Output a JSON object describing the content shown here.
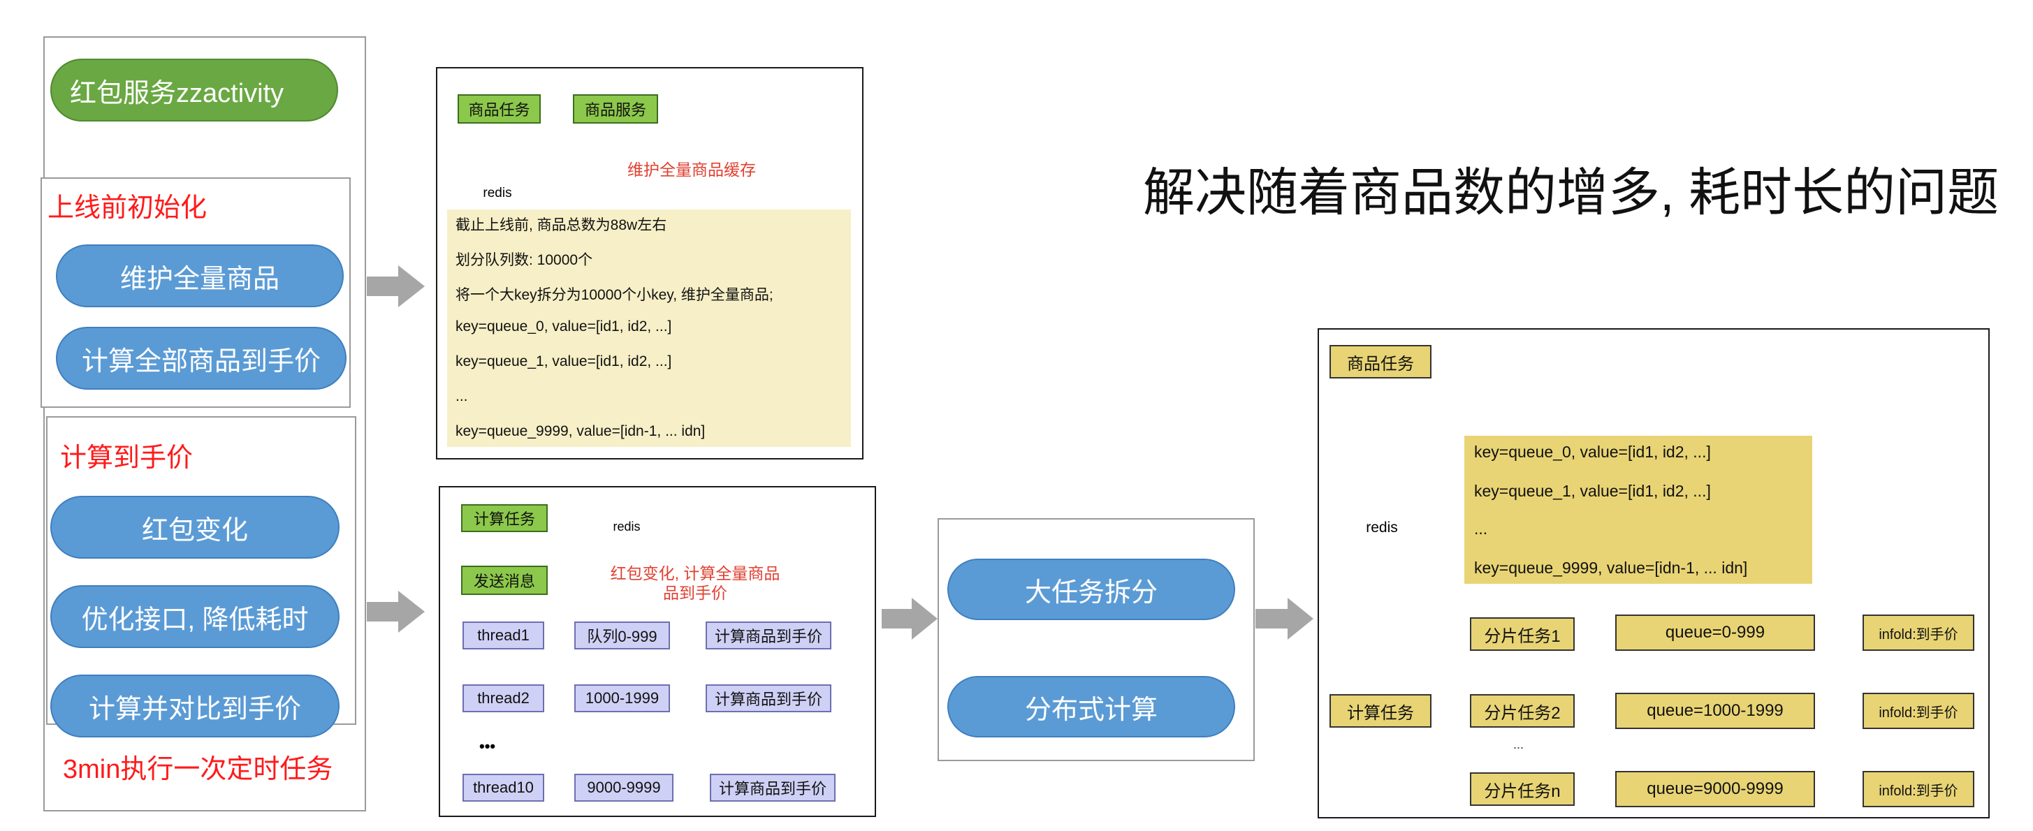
{
  "headline": "解决随着商品数的增多, 耗时长的问题",
  "left": {
    "service_label": "红包服务zzactivity",
    "init_section": {
      "title": "上线前初始化",
      "items": [
        "维护全量商品",
        "计算全部商品到手价"
      ]
    },
    "calc_section": {
      "title": "计算到手价",
      "items": [
        "红包变化",
        "优化接口, 降低耗时",
        "计算并对比到手价"
      ],
      "footer": "3min执行一次定时任务"
    }
  },
  "panel1": {
    "product_task": "商品任务",
    "product_service": "商品服务",
    "redis": "redis",
    "caption": "维护全量商品缓存",
    "notes": [
      "截止上线前, 商品总数为88w左右",
      "划分队列数: 10000个",
      "将一个大key拆分为10000个小key, 维护全量商品;",
      "key=queue_0, value=[id1, id2, ...]",
      "key=queue_1, value=[id1, id2, ...]",
      "...",
      "key=queue_9999, value=[idn-1, ... idn]"
    ]
  },
  "panel2": {
    "calc_task": "计算任务",
    "redis": "redis",
    "send_msg": "发送消息",
    "caption_line1": "红包变化, 计算全量商品",
    "caption_line2": "品到手价",
    "rows": [
      {
        "thread": "thread1",
        "queue": "队列0-999",
        "action": "计算商品到手价"
      },
      {
        "thread": "thread2",
        "queue": "1000-1999",
        "action": "计算商品到手价"
      },
      {
        "thread": "thread10",
        "queue": "9000-9999",
        "action": "计算商品到手价"
      }
    ],
    "ellipsis": "•••"
  },
  "panel3": {
    "items": [
      "大任务拆分",
      "分布式计算"
    ]
  },
  "panel4": {
    "product_task": "商品任务",
    "redis": "redis",
    "calc_task": "计算任务",
    "notes": [
      "key=queue_0, value=[id1, id2, ...]",
      "key=queue_1, value=[id1, id2, ...]",
      "...",
      "key=queue_9999, value=[idn-1, ... idn]"
    ],
    "shards": [
      {
        "name": "分片任务1",
        "queue": "queue=0-999",
        "target": "infold:到手价"
      },
      {
        "name": "分片任务2",
        "queue": "queue=1000-1999",
        "target": "infold:到手价"
      },
      {
        "name": "分片任务n",
        "queue": "queue=9000-9999",
        "target": "infold:到手价"
      }
    ],
    "ellipsis": "..."
  },
  "colors": {
    "green": "#6aa843",
    "blue": "#5b9bd5",
    "red": "#ff1a1a",
    "yellow": "#e8d474",
    "purple": "#cfd0f5",
    "pink": "#f2b8b8"
  }
}
